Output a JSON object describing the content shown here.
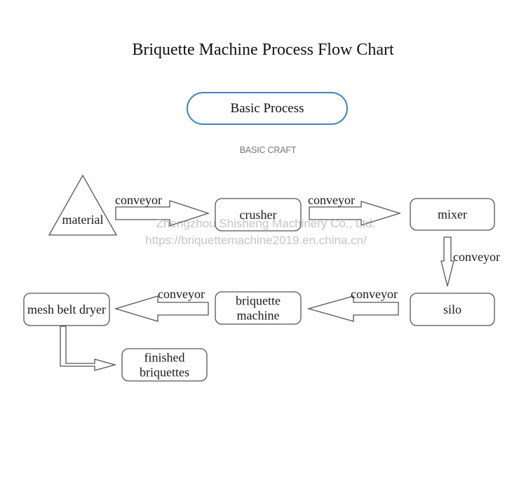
{
  "header": {
    "title": "Briquette Machine Process Flow Chart",
    "section_label": "Basic Process",
    "section_subtitle": "BASIC CRAFT"
  },
  "watermark": {
    "company": "Zhengzhou Shisheng Machinery Co., Ltd.",
    "url": "https://briquettemachine2019.en.china.cn/"
  },
  "colors": {
    "pill_border": "#3d85c6",
    "stroke": "#555555",
    "text": "#1a1a1a",
    "subtitle": "#777777"
  },
  "flow": {
    "nodes": [
      {
        "id": "material",
        "label": [
          "material"
        ],
        "shape": "triangle"
      },
      {
        "id": "crusher",
        "label": [
          "crusher"
        ],
        "shape": "rounded-rect"
      },
      {
        "id": "mixer",
        "label": [
          "mixer"
        ],
        "shape": "rounded-rect"
      },
      {
        "id": "silo",
        "label": [
          "silo"
        ],
        "shape": "rounded-rect"
      },
      {
        "id": "briquette-machine",
        "label": [
          "briquette",
          "machine"
        ],
        "shape": "rounded-rect"
      },
      {
        "id": "mesh-belt-dryer",
        "label": [
          "mesh belt dryer"
        ],
        "shape": "rounded-rect"
      },
      {
        "id": "finished-briquettes",
        "label": [
          "finished",
          "briquettes"
        ],
        "shape": "rounded-rect"
      }
    ],
    "edges": [
      {
        "from": "material",
        "to": "crusher",
        "label": "conveyor"
      },
      {
        "from": "crusher",
        "to": "mixer",
        "label": "conveyor"
      },
      {
        "from": "mixer",
        "to": "silo",
        "label": "conveyor"
      },
      {
        "from": "silo",
        "to": "briquette-machine",
        "label": "conveyor"
      },
      {
        "from": "briquette-machine",
        "to": "mesh-belt-dryer",
        "label": "conveyor"
      },
      {
        "from": "mesh-belt-dryer",
        "to": "finished-briquettes",
        "label": ""
      }
    ]
  }
}
